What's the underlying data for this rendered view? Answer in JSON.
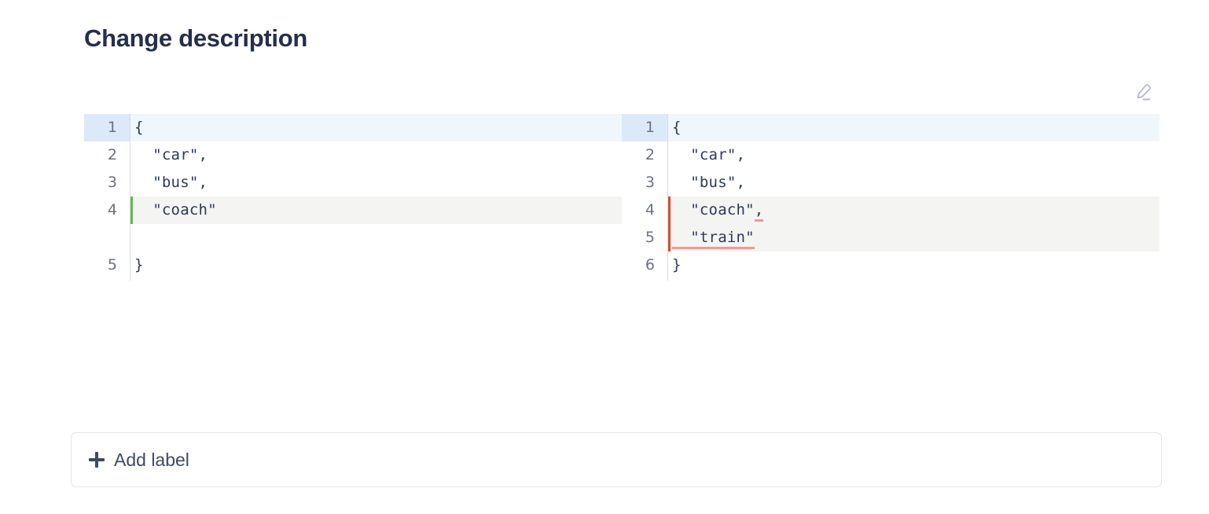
{
  "header": {
    "title": "Change description"
  },
  "toolbar": {
    "edit_icon": "pencil-edit-icon"
  },
  "diff": {
    "left": {
      "rows": [
        {
          "no": "1",
          "text": "{",
          "state": "context-focus"
        },
        {
          "no": "2",
          "text": "  \"car\",",
          "state": "context"
        },
        {
          "no": "3",
          "text": "  \"bus\",",
          "state": "context"
        },
        {
          "no": "4",
          "text": "  \"coach\"",
          "state": "added"
        },
        {
          "no": "",
          "text": "",
          "state": "filler"
        },
        {
          "no": "5",
          "text": "}",
          "state": "context"
        }
      ]
    },
    "right": {
      "rows": [
        {
          "no": "1",
          "text": "{",
          "state": "context-focus"
        },
        {
          "no": "2",
          "text": "  \"car\",",
          "state": "context"
        },
        {
          "no": "3",
          "text": "  \"bus\",",
          "state": "context"
        },
        {
          "no": "4",
          "text": "  \"coach\"",
          "suffix": ",",
          "state": "removed"
        },
        {
          "no": "5",
          "text": "",
          "suffix": "  \"train\"",
          "state": "removed"
        },
        {
          "no": "6",
          "text": "}",
          "state": "context"
        }
      ]
    }
  },
  "footer": {
    "add_label": "Add label",
    "plus_icon": "plus-icon"
  },
  "colors": {
    "title": "#242f49",
    "added_marker": "#5cbd4c",
    "removed_marker": "#e0492f",
    "focus_row_bg": "#eff7fd",
    "focus_gutter_bg": "#dce9f8",
    "diff_row_bg": "#f4f4f2",
    "change_underline": "#ef9a92",
    "code_text": "#2c3a5c",
    "line_number": "#6b7280",
    "border": "#e3e5ea"
  }
}
